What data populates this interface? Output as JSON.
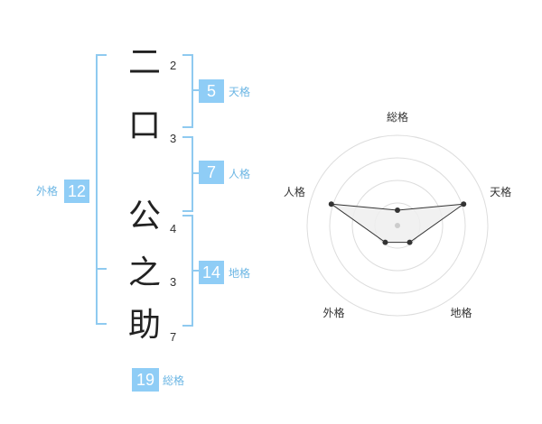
{
  "name": {
    "chars": [
      "二",
      "口",
      "公",
      "之",
      "助"
    ],
    "strokes": [
      "2",
      "3",
      "4",
      "3",
      "7"
    ]
  },
  "kaku": {
    "tenkaku": {
      "value": "5",
      "label": "天格"
    },
    "jinkaku": {
      "value": "7",
      "label": "人格"
    },
    "chikaku": {
      "value": "14",
      "label": "地格"
    },
    "gaikaku": {
      "value": "12",
      "label": "外格"
    },
    "soukaku": {
      "value": "19",
      "label": "総格"
    }
  },
  "colors": {
    "accent": "#8fcdf6",
    "bracket": "#8fcaf0",
    "text": "#222222"
  },
  "chart_data": {
    "type": "radar",
    "axes": [
      "総格",
      "天格",
      "地格",
      "外格",
      "人格"
    ],
    "values": [
      0.17,
      0.77,
      0.23,
      0.23,
      0.77
    ],
    "rmax": 1,
    "rings": 4
  }
}
